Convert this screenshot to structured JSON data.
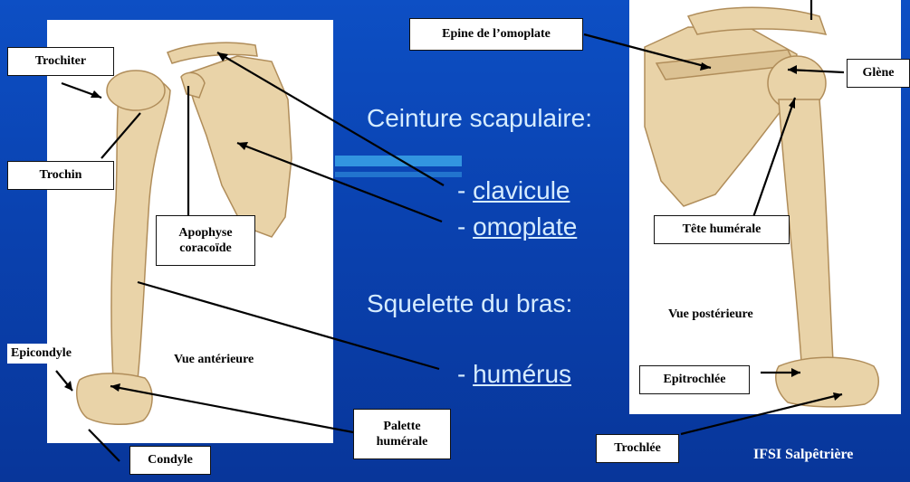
{
  "title": "Ceinture scapulaire:",
  "items": [
    {
      "dash": "- ",
      "word": "clavicule"
    },
    {
      "dash": "- ",
      "word": "omoplate"
    }
  ],
  "subtitle": "Squelette du bras:",
  "item3": {
    "dash": "-  ",
    "word": "humérus"
  },
  "labels": {
    "trochiter": "Trochiter",
    "trochin": "Trochin",
    "apophyse": "Apophyse coracoïde",
    "epicondyle": "Epicondyle",
    "condyle": "Condyle",
    "palette": "Palette humérale",
    "epine": "Epine de l’omoplate",
    "glene": "Glène",
    "tete": "Tête humérale",
    "epitrochlee": "Epitrochlée",
    "trochlee": "Trochlée"
  },
  "views": {
    "anterior": "Vue antérieure",
    "posterior": "Vue postérieure"
  },
  "footer": "IFSI Salpêtrière",
  "colors": {
    "background": "#0a42b0",
    "bone": "#e9d3a8",
    "text_light": "#d6ecff"
  }
}
